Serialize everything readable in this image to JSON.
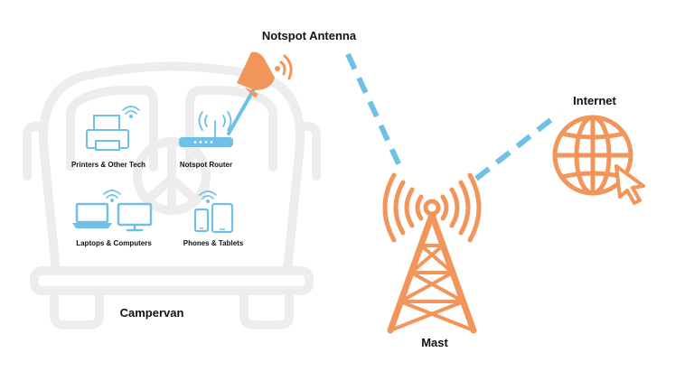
{
  "labels": {
    "antenna": "Notspot Antenna",
    "internet": "Internet",
    "mast": "Mast",
    "campervan": "Campervan",
    "printers": "Printers & Other Tech",
    "router": "Notspot Router",
    "laptops": "Laptops & Computers",
    "phones": "Phones & Tablets"
  },
  "colors": {
    "orange": "#F2955A",
    "blue": "#6EC1E4",
    "van_outline": "#EDEDED",
    "text": "#111111"
  },
  "icons": [
    "campervan-icon",
    "satellite-dish-icon",
    "router-icon",
    "printer-icon",
    "laptop-icon",
    "monitor-icon",
    "phone-icon",
    "tablet-icon",
    "wifi-icon",
    "cell-tower-icon",
    "globe-icon",
    "cursor-icon"
  ]
}
